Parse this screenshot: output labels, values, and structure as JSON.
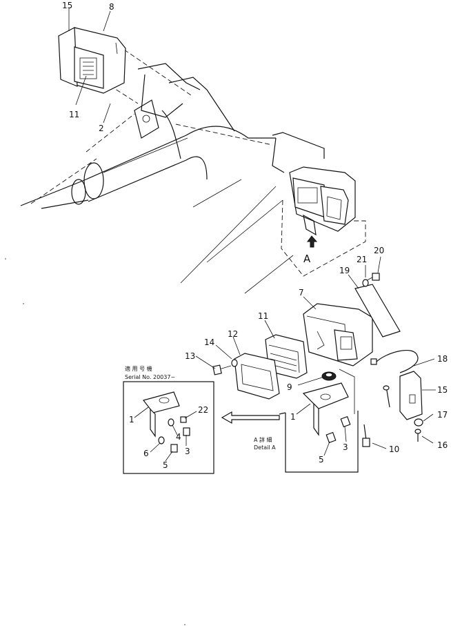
{
  "callouts": {
    "n15_top": "15",
    "n8": "8",
    "n11_top": "11",
    "n2": "2",
    "n20": "20",
    "n21": "21",
    "n19": "19",
    "n7": "7",
    "n11_mid": "11",
    "n12": "12",
    "n14": "14",
    "n13": "13",
    "n18": "18",
    "n9": "9",
    "n15_mid": "15",
    "n17": "17",
    "n16": "16",
    "n10": "10",
    "n1_detail": "1",
    "n3_detail": "3",
    "n5_detail": "5",
    "n1_inset": "1",
    "n22": "22",
    "n4": "4",
    "n3_inset": "3",
    "n6": "6",
    "n5_inset": "5"
  },
  "view_label": "A",
  "detail": {
    "title_jp": "A 詳 細",
    "title_en": "Detail A"
  },
  "inset": {
    "title_jp": "適 用 号 機",
    "serial": "Serial No. 20037~"
  }
}
